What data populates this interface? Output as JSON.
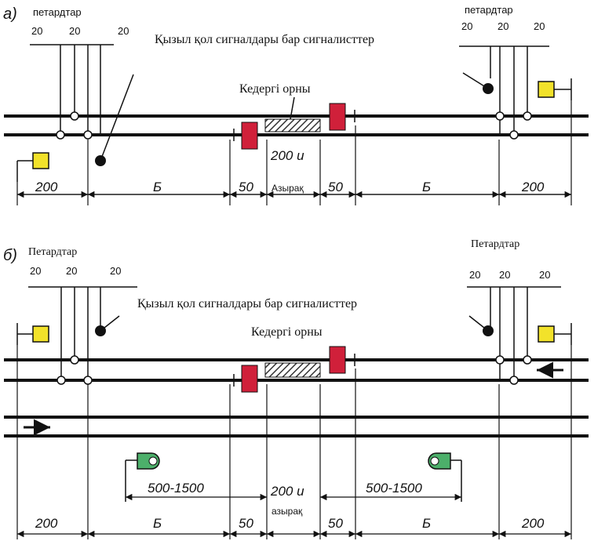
{
  "panel_a": {
    "label": "а)",
    "petard_left": "петардтар",
    "petard_right": "петардтар",
    "petard_dist": "20",
    "signalmen_title": "Қызыл қол сигналдары бар сигналисттер",
    "obstacle_label": "Кедергі орны",
    "obstacle_length": "200 и",
    "dim_200": "200",
    "dim_b": "Б",
    "dim_50": "50",
    "dim_short": "Азырақ"
  },
  "panel_b": {
    "label": "б)",
    "petard_left": "Петардтар",
    "petard_right": "Петардтар",
    "petard_dist": "20",
    "signalmen_title": "Қызыл қол сигналдары бар сигналисттер",
    "obstacle_label": "Кедергі орны",
    "obstacle_length": "200 и",
    "dim_range": "500-1500",
    "dim_200": "200",
    "dim_b": "Б",
    "dim_50": "50",
    "dim_short": "азырақ"
  },
  "colors": {
    "signal_red": "#d0203a",
    "signal_yellow": "#f2e22a",
    "loco_green": "#4caf6a",
    "hatch": "#333333"
  },
  "icons": [
    "red-signal-icon",
    "yellow-signal-icon",
    "signalman-icon",
    "petard-icon",
    "locomotive-icon",
    "arrow-icon"
  ]
}
